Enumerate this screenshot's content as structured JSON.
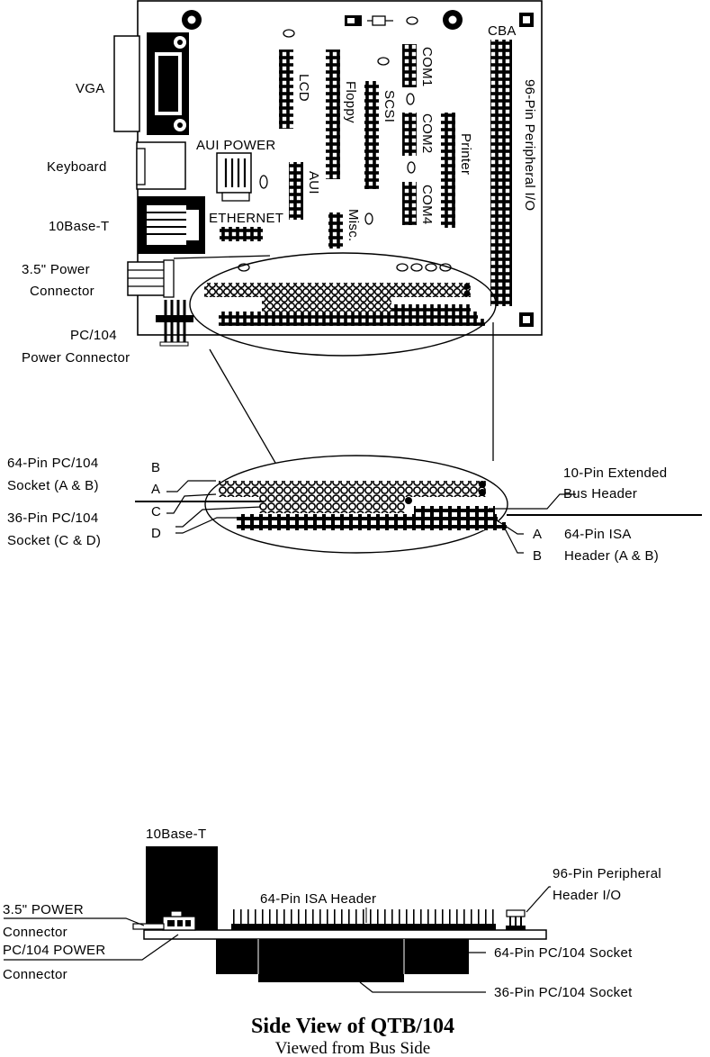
{
  "top_labels": {
    "vga": "VGA",
    "keyboard": "Keyboard",
    "aui_power": "AUI POWER",
    "base_t": "10Base-T",
    "ethernet": "ETHERNET",
    "power35_l1": "3.5\"  Power",
    "power35_l2": "Connector",
    "pc104pow_l1": "PC/104",
    "pc104pow_l2": "Power  Connector",
    "lcd": "LCD",
    "floppy": "Floppy",
    "scsi": "SCSI",
    "aui": "AUI",
    "misc": "Misc.",
    "com1": "COM1",
    "com2": "COM2",
    "com4": "COM4",
    "printer": "Printer",
    "cba": "CBA",
    "periph96": "96-Pin  Peripheral  I/O"
  },
  "zoom_labels": {
    "sock64_l1": "64-Pin  PC/104",
    "sock64_l2": "Socket (A & B)",
    "sock36_l1": "36-Pin  PC/104",
    "sock36_l2": "Socket (C & D)",
    "row_b": "B",
    "row_a": "A",
    "row_c": "C",
    "row_d": "D",
    "ext10_l1": "10-Pin   Extended",
    "ext10_l2": "Bus Header",
    "isa_a": "A",
    "isa_b": "B",
    "isa64_l1": "64-Pin  ISA",
    "isa64_l2": "Header (A & B)"
  },
  "side_labels": {
    "base_t": "10Base-T",
    "isa_header": "64-Pin  ISA  Header",
    "periph_l1": "96-Pin   Peripheral",
    "periph_l2": "Header  I/O",
    "power35_l1": "3.5\" POWER",
    "power35_l2": "Connector",
    "pc104pow_l1": "PC/104 POWER",
    "pc104pow_l2": "Connector",
    "sock64": "64-Pin  PC/104  Socket",
    "sock36": "36-Pin  PC/104  Socket"
  },
  "caption": {
    "title": "Side View of QTB/104",
    "subtitle": "Viewed from Bus Side"
  }
}
